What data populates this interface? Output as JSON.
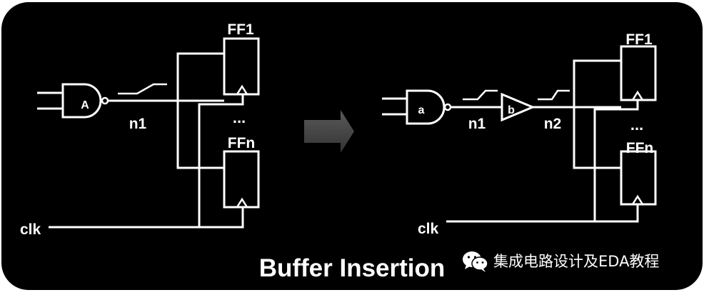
{
  "left_circuit": {
    "gate_label": "A",
    "net_label": "n1",
    "ff_top_label": "FF1",
    "ellipsis": "...",
    "ff_bottom_label": "FFn",
    "clk_label": "clk"
  },
  "right_circuit": {
    "gate_label": "a",
    "buffer_label": "b",
    "net1_label": "n1",
    "net2_label": "n2",
    "ff_top_label": "FF1",
    "ellipsis": "...",
    "ff_bottom_label": "FFn",
    "clk_label": "clk"
  },
  "title": "Buffer Insertion",
  "watermark": {
    "icon": "wechat-icon",
    "text": "集成电路设计及EDA教程"
  },
  "colors": {
    "background": "#000000",
    "foreground": "#ffffff",
    "arrow": "#4a4a4a"
  }
}
